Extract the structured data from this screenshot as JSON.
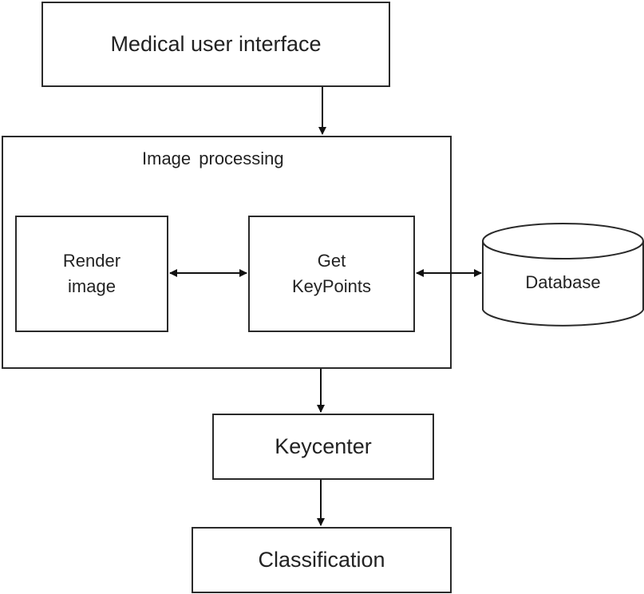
{
  "diagram": {
    "nodes": {
      "ui": {
        "label": "Medical user interface"
      },
      "image_processing": {
        "label": "Image processing"
      },
      "render": {
        "label_line1": "Render",
        "label_line2": "image"
      },
      "keypoints": {
        "label_line1": "Get",
        "label_line2": "KeyPoints"
      },
      "database": {
        "label": "Database",
        "shape": "cylinder"
      },
      "keycenter": {
        "label": "Keycenter"
      },
      "classification": {
        "label": "Classification"
      }
    },
    "edges": [
      {
        "from": "Medical user interface",
        "to": "Image processing",
        "direction": "forward"
      },
      {
        "from": "Render image",
        "to": "Get KeyPoints",
        "direction": "bidirectional"
      },
      {
        "from": "Get KeyPoints",
        "to": "Database",
        "direction": "bidirectional"
      },
      {
        "from": "Image processing",
        "to": "Keycenter",
        "direction": "forward"
      },
      {
        "from": "Keycenter",
        "to": "Classification",
        "direction": "forward"
      }
    ],
    "colors": {
      "stroke": "#2a2a2a",
      "background": "#ffffff",
      "text": "#222222"
    }
  }
}
